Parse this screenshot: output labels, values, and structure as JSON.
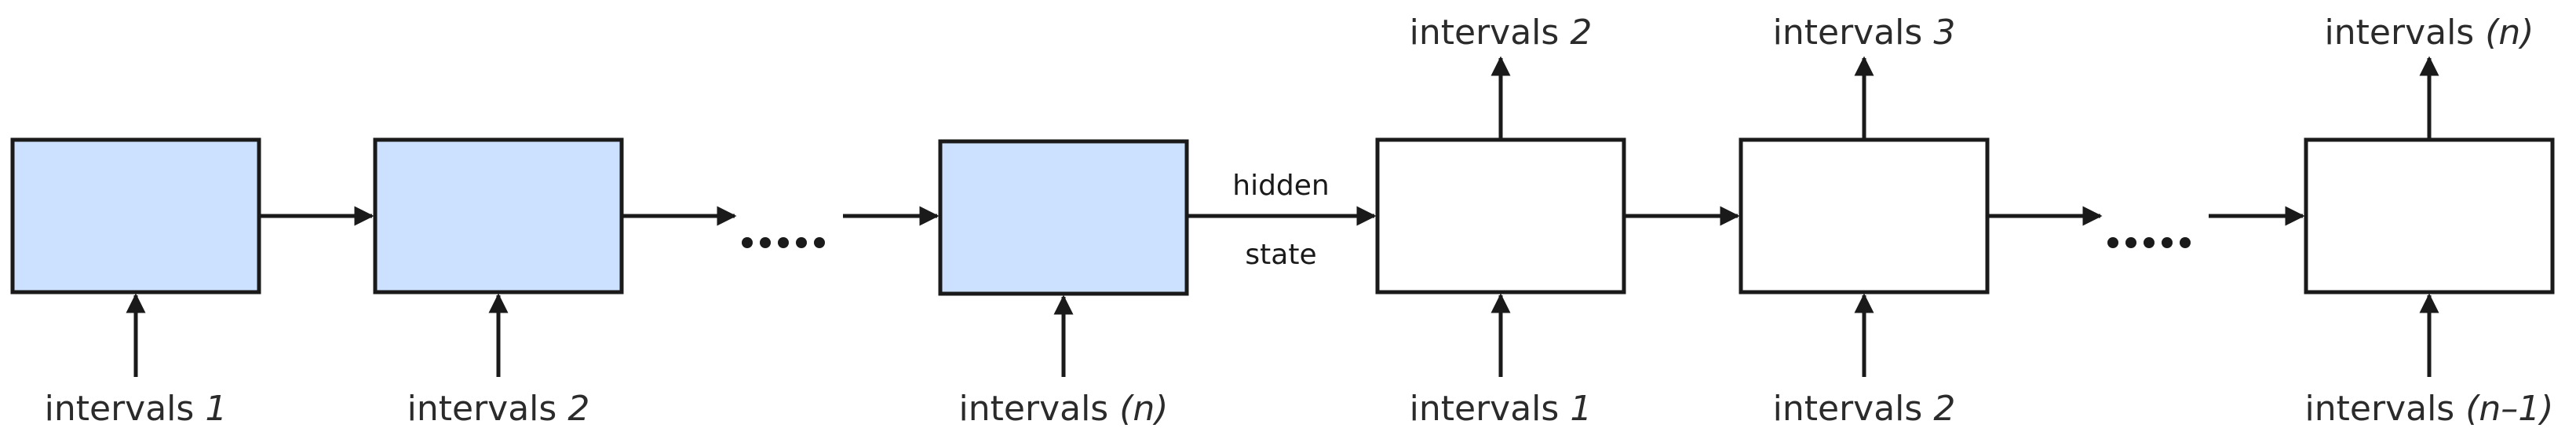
{
  "encoder": {
    "inputs": [
      {
        "word": "intervals",
        "index": "1"
      },
      {
        "word": "intervals",
        "index": "2"
      },
      {
        "word": "intervals",
        "index": "(n)"
      }
    ]
  },
  "connector": {
    "line1": "hidden",
    "line2": "state"
  },
  "decoder": {
    "inputs": [
      {
        "word": "intervals",
        "index": "1"
      },
      {
        "word": "intervals",
        "index": "2"
      },
      {
        "word": "intervals",
        "index": "(n–1)"
      }
    ],
    "outputs": [
      {
        "word": "intervals",
        "index": "2"
      },
      {
        "word": "intervals",
        "index": "3"
      },
      {
        "word": "intervals",
        "index": "(n)"
      }
    ]
  },
  "ellipsis": "....."
}
